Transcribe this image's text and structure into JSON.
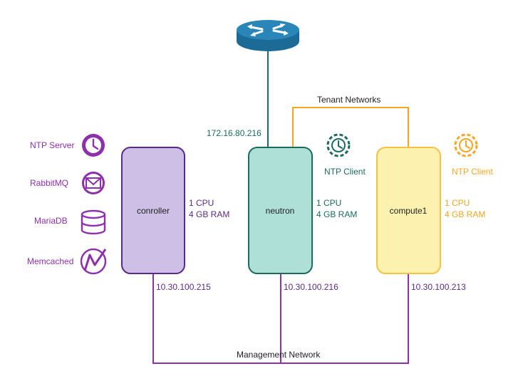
{
  "colors": {
    "purple": "#8e2fae",
    "purple_dark": "#5b2a86",
    "teal": "#1b6b5f",
    "orange": "#f5a623",
    "controller_fill": "#cdbfe6",
    "neutron_fill": "#aee0d8",
    "compute_fill": "#fdf1b0",
    "router": "#1c6b96"
  },
  "router": {
    "icon": "router-icon"
  },
  "external_ip": "172.16.80.216",
  "tenant_network": {
    "label": "Tenant Networks"
  },
  "management_network": {
    "label": "Management Network"
  },
  "nodes": [
    {
      "name": "conroller",
      "cpu": "1 CPU",
      "ram": "4 GB RAM",
      "ip": "10.30.100.215"
    },
    {
      "name": "neutron",
      "cpu": "1 CPU",
      "ram": "4 GB RAM",
      "ip": "10.30.100.216"
    },
    {
      "name": "compute1",
      "cpu": "1 CPU",
      "ram": "4 GB RAM",
      "ip": "10.30.100.213"
    }
  ],
  "services": [
    {
      "label": "NTP Server",
      "icon": "clock-icon"
    },
    {
      "label": "RabbitMQ",
      "icon": "mail-icon"
    },
    {
      "label": "MariaDB",
      "icon": "database-icon"
    },
    {
      "label": "Memcached",
      "icon": "memcached-icon"
    }
  ],
  "ntp_clients": [
    {
      "label": "NTP Client",
      "icon": "clock-dashed-icon"
    },
    {
      "label": "NTP Client",
      "icon": "clock-dashed-icon"
    }
  ]
}
